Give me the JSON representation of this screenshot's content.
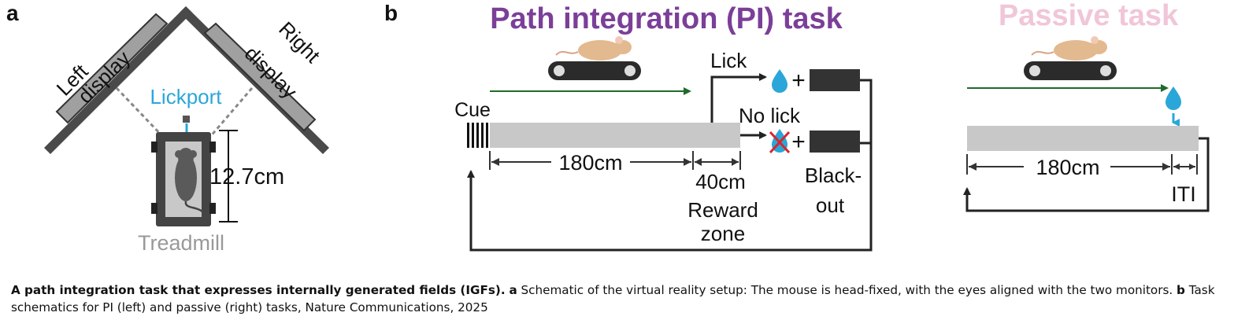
{
  "panel_a": {
    "letter": "a",
    "left_display_1": "Left",
    "left_display_2": "display",
    "right_display_1": "Right",
    "right_display_2": "display",
    "lickport": "Lickport",
    "width_label": "12.7cm",
    "treadmill": "Treadmill"
  },
  "panel_b": {
    "letter": "b",
    "pi_title": "Path integration (PI) task",
    "passive_title": "Passive task",
    "cue": "Cue",
    "track_length": "180cm",
    "reward_length": "40cm",
    "reward_zone_1": "Reward",
    "reward_zone_2": "zone",
    "lick": "Lick",
    "no_lick": "No lick",
    "plus": "+",
    "blackout_1": "Black-",
    "blackout_2": "out",
    "passive_track_length": "180cm",
    "iti": "ITI"
  },
  "colors": {
    "pi_title": "#7b3f98",
    "passive_title": "#f1c6d9",
    "lickport": "#2aa7d8",
    "green_arrow": "#1f6b2a",
    "track_gray": "#c8c8c8",
    "blackout_box": "#333333",
    "cross": "#d9262b"
  },
  "caption": {
    "bold_title": "A path integration task that expresses internally generated fields (IGFs).",
    "a_label": "a",
    "a_text": " Schematic of the virtual reality setup: The mouse is head-fixed, with the eyes aligned with the two monitors. ",
    "b_label": "b",
    "b_text": " Task schematics for PI (left) and passive (right) tasks, Nature Communications, 2025"
  }
}
